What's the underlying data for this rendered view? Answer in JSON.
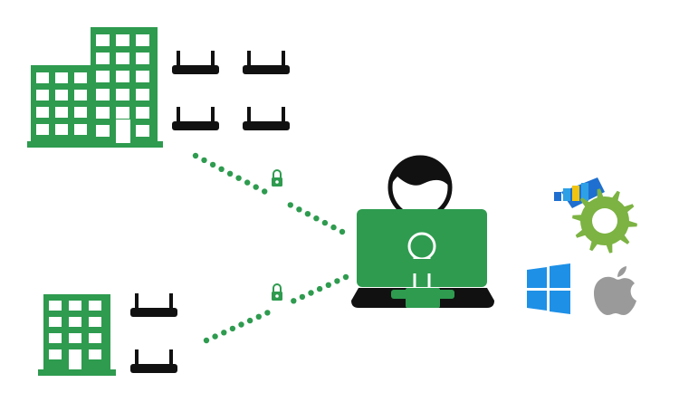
{
  "colors": {
    "building": "#2e9b4f",
    "building_window": "#ffffff",
    "router": "#111111",
    "vpn_dots": "#2e9b4f",
    "laptop_screen": "#2e9b4f",
    "laptop_base": "#111111",
    "person_hair": "#111111",
    "gear": "#7cb342",
    "windows_logo": "#1e90e6",
    "apple_logo": "#9a9a9a"
  },
  "elements": {
    "hq_building": {
      "icon": "office-building-icon"
    },
    "branch_building": {
      "icon": "office-building-icon"
    },
    "routers_top": {
      "count": 4,
      "icon": "wifi-router-icon"
    },
    "routers_bottom": {
      "count": 2,
      "icon": "wifi-router-icon"
    },
    "tunnels": {
      "count": 2,
      "icon": "padlock-icon"
    },
    "remote_user": {
      "icon": "person-at-laptop-icon"
    },
    "platforms": [
      "app-installer-icon",
      "gear-icon",
      "windows-logo-icon",
      "apple-logo-icon"
    ]
  }
}
